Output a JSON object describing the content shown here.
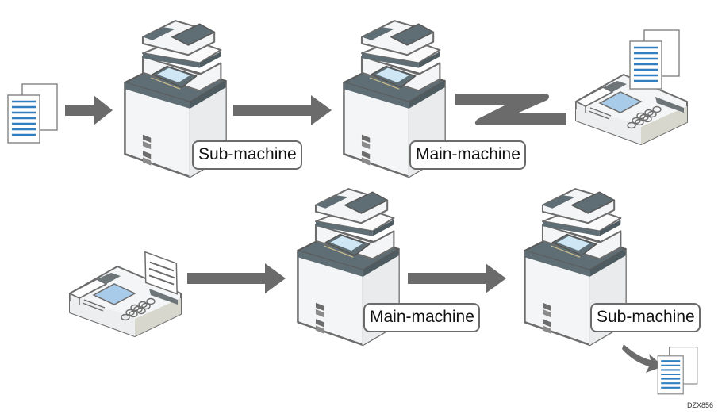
{
  "diagram": {
    "description": "Fax forwarding between sub-machine and main-machine",
    "top_flow": {
      "steps": [
        "document",
        "sub_machine",
        "main_machine",
        "fax_machine"
      ],
      "sub_machine_label": "Sub-machine",
      "main_machine_label": "Main-machine"
    },
    "bottom_flow": {
      "steps": [
        "fax_machine",
        "main_machine",
        "sub_machine",
        "printed_document"
      ],
      "main_machine_label": "Main-machine",
      "sub_machine_label": "Sub-machine"
    },
    "figure_code": "DZX856",
    "colors": {
      "arrow": "#6b6b6b",
      "printer_dark": "#5f6e74",
      "printer_body": "#f2f3f4",
      "screen": "#cfe6f5",
      "document_lines": "#2f7fc1",
      "fax_screen": "#a9cbea"
    }
  }
}
